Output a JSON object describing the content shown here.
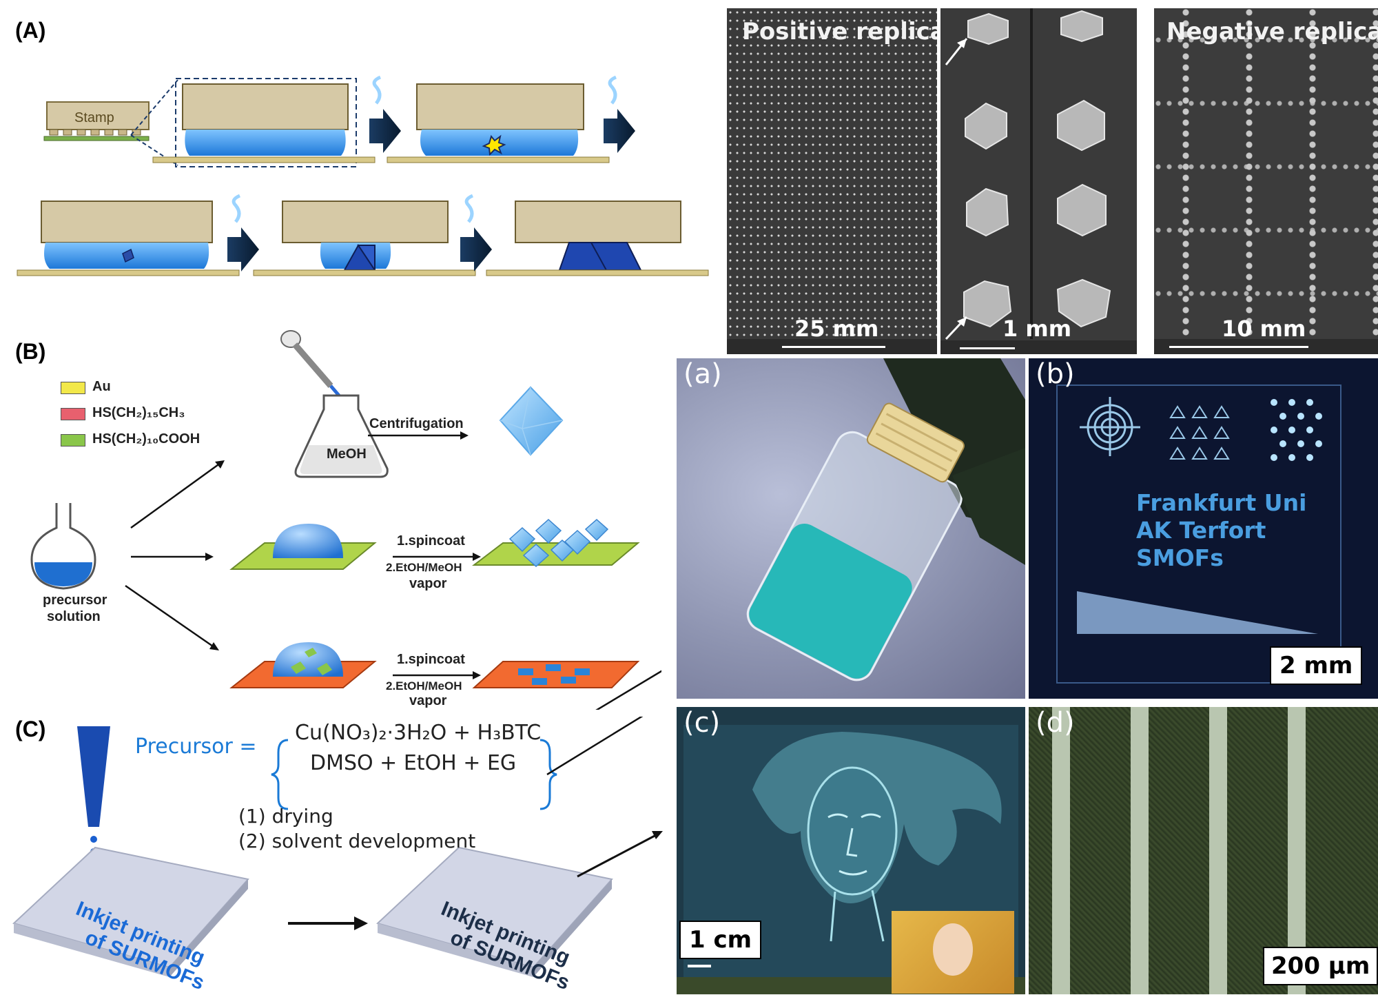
{
  "panels": {
    "A": "(A)",
    "B": "(B)",
    "C": "(C)"
  },
  "panel_a": {
    "stamp_label": "Stamp"
  },
  "sem": {
    "positive": {
      "title": "Positive replica",
      "scale": "25 mm"
    },
    "middle": {
      "scale": "1 mm"
    },
    "negative": {
      "title": "Negative replica",
      "scale": "10 mm"
    }
  },
  "panel_b": {
    "legend": [
      {
        "label": "Au",
        "color": "#f2e84a"
      },
      {
        "label": "HS(CH₂)₁₅CH₃",
        "color": "#e8606e"
      },
      {
        "label": "HS(CH₂)₁₀COOH",
        "color": "#8ac64a"
      }
    ],
    "flask_label": "MeOH",
    "centrifugation": "Centrifugation",
    "precursor_line1": "precursor",
    "precursor_line2": "solution",
    "step1_a": "1.spincoat",
    "step1_b": "2.EtOH/MeOH",
    "step1_c": "vapor",
    "step2_a": "1.spincoat",
    "step2_b": "2.EtOH/MeOH",
    "step2_c": "vapor"
  },
  "panel_c": {
    "precursor_word": "Precursor =",
    "formula_line1": "Cu(NO₃)₂·3H₂O + H₃BTC",
    "formula_line2": "DMSO + EtOH + EG",
    "step_drying": "(1) drying",
    "step_solvent": "(2) solvent development",
    "print_text_1": "Inkjet printing",
    "print_text_2": "of SURMOFs"
  },
  "photos": {
    "a": {
      "label": "(a)"
    },
    "b": {
      "label": "(b)",
      "line1": "Frankfurt Uni",
      "line2": "AK Terfort",
      "line3": "SMOFs",
      "scale": "2 mm"
    },
    "c": {
      "label": "(c)",
      "scale": "1 cm"
    },
    "d": {
      "label": "(d)",
      "scale": "200 µm"
    }
  },
  "colors": {
    "stamp": "#d6c9a6",
    "liquid": "#2f8fe0",
    "substrate": "#d8c98a",
    "arrow": "#0f2a45",
    "blue_text": "#1a7ad6"
  }
}
